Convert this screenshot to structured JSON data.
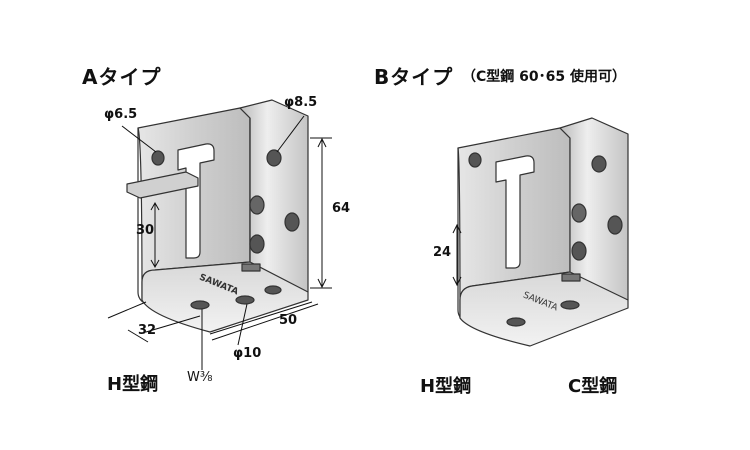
{
  "type_a": {
    "title": "Aタイプ",
    "dim_hole_small": "φ6.5",
    "dim_hole_large": "φ8.5",
    "dim_height_30": "30",
    "dim_height_64": "64",
    "dim_depth_32": "32",
    "dim_width_50": "50",
    "dim_hole_10": "φ10",
    "dim_bolt": "W⅜",
    "stamp": "SAWATA",
    "caption": "H型鋼"
  },
  "type_b": {
    "title": "Bタイプ",
    "note": "（C型鋼 60･65 使用可）",
    "dim_height_24": "24",
    "stamp": "SAWATA",
    "caption_h": "H型鋼",
    "caption_c": "C型鋼"
  }
}
